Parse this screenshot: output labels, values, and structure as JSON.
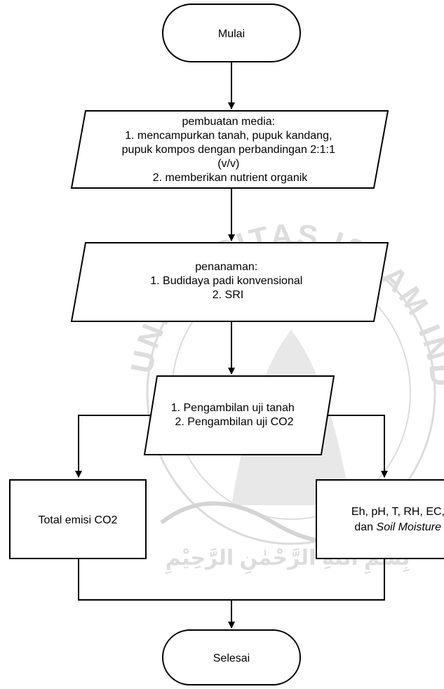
{
  "diagram": {
    "nodes": {
      "start": {
        "text": "Mulai"
      },
      "media": {
        "lines": [
          "pembuatan media:",
          "1. mencampurkan tanah, pupuk kandang,",
          "pupuk kompos dengan perbandingan 2:1:1",
          "(v/v)",
          "2. memberikan nutrient organik"
        ]
      },
      "planting": {
        "lines": [
          "penanaman:",
          "1. Budidaya padi konvensional",
          "2. SRI"
        ]
      },
      "sampling": {
        "lines": [
          "1. Pengambilan uji tanah",
          "2. Pengambilan uji CO2"
        ]
      },
      "total_emission": {
        "text": "Total emisi CO2"
      },
      "parameters": {
        "line1": "Eh, pH, T, RH, EC,",
        "line2_prefix": "dan ",
        "line2_italic": "Soil Moisture"
      },
      "end": {
        "text": "Selesai"
      }
    },
    "watermark": {
      "arc_text": "UNIVERSITAS ISLAM INDONESIA",
      "script_text": "بِسْمِ اللّٰهِ الرَّحْمٰنِ الرَّحِيْمِ"
    }
  }
}
